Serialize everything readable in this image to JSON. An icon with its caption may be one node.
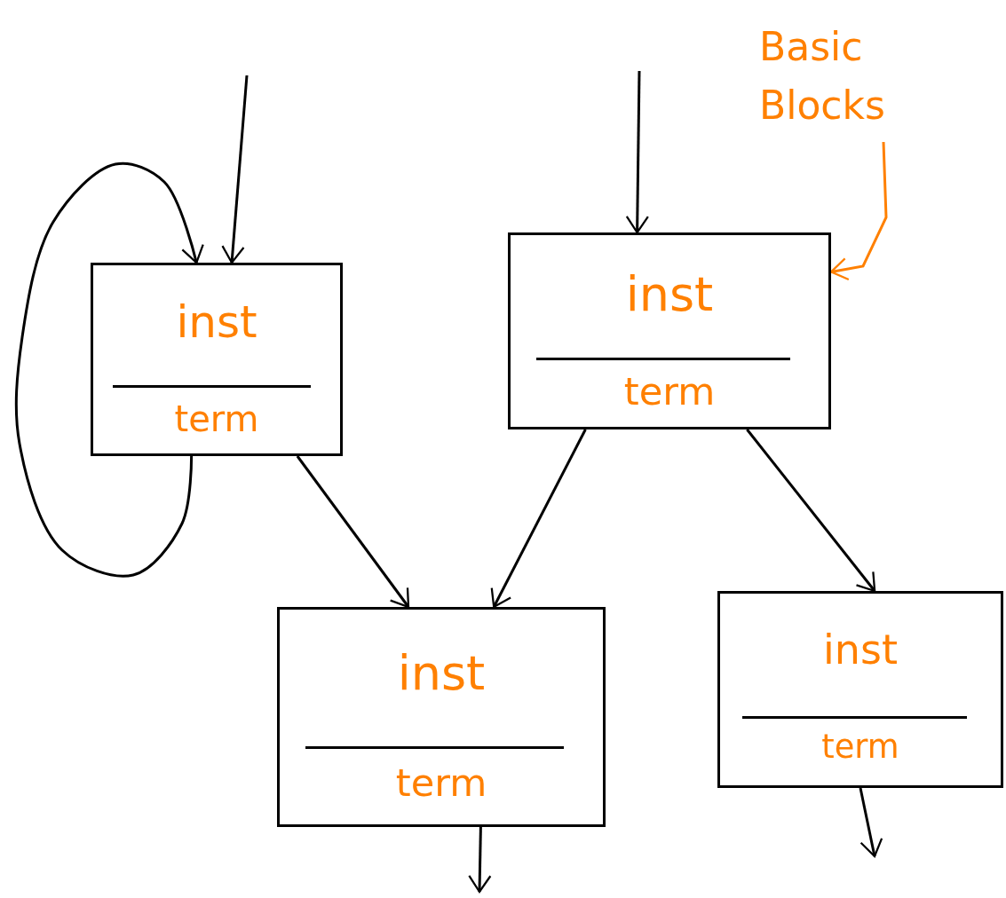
{
  "diagram": {
    "nodes": [
      {
        "text": [
          "inst",
          "term"
        ]
      },
      {
        "text": [
          "inst",
          "term"
        ]
      },
      {
        "text": [
          "Basic Blocks"
        ]
      },
      {
        "text": [
          "inst",
          "term"
        ]
      },
      {
        "text": [
          "inst",
          "term"
        ]
      }
    ],
    "edges": [
      {
        "from": null,
        "to": 0,
        "arrow": "to"
      },
      {
        "from": 0,
        "to": 0,
        "arrow": "to"
      },
      {
        "from": null,
        "to": 1,
        "arrow": "to"
      },
      {
        "from": 2,
        "to": 1,
        "arrow": "to",
        "color": "#ff8000"
      },
      {
        "from": 0,
        "to": 3,
        "arrow": "to"
      },
      {
        "from": 1,
        "to": 3,
        "arrow": "to"
      },
      {
        "from": 1,
        "to": 4,
        "arrow": "to"
      },
      {
        "from": 3,
        "to": null,
        "arrow": "to"
      },
      {
        "from": 4,
        "to": null,
        "arrow": "to"
      }
    ]
  }
}
